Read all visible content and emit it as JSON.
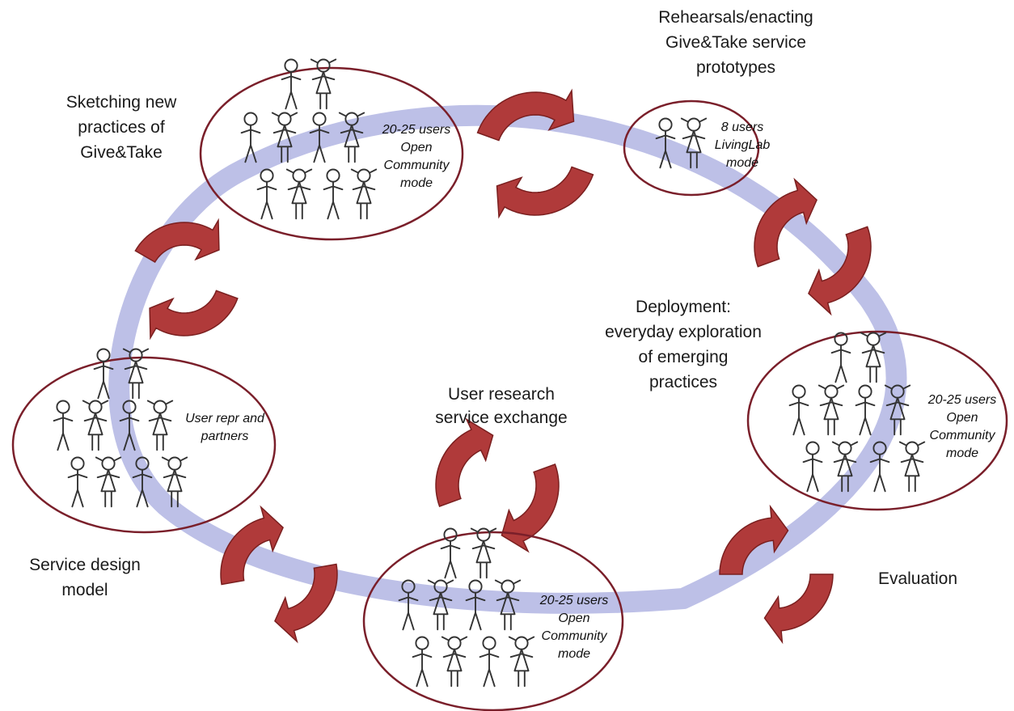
{
  "colors": {
    "ring": "#b9bde6",
    "arrow": "#b03a3a",
    "arrow_edge": "#7a1f1f",
    "ellipse": "#7a1f2a"
  },
  "labels": {
    "sketching": [
      "Sketching new",
      "practices of",
      "Give&Take"
    ],
    "rehearsals": [
      "Rehearsals/enacting",
      "Give&Take service",
      "prototypes"
    ],
    "deployment": [
      "Deployment:",
      "everyday exploration",
      "of emerging",
      "practices"
    ],
    "user_research": [
      "User research",
      "service exchange"
    ],
    "service_design": [
      "Service design",
      "model"
    ],
    "evaluation": [
      "Evaluation"
    ]
  },
  "groups": {
    "sketching": [
      "20-25 users",
      "Open",
      "Community",
      "mode"
    ],
    "rehearsals": [
      "8 users",
      "LivingLab",
      "mode"
    ],
    "deployment": [
      "20-25 users",
      "Open",
      "Community",
      "mode"
    ],
    "service_design": [
      "User repr and",
      "partners"
    ],
    "user_research": [
      "20-25 users",
      "Open",
      "Community",
      "mode"
    ]
  }
}
